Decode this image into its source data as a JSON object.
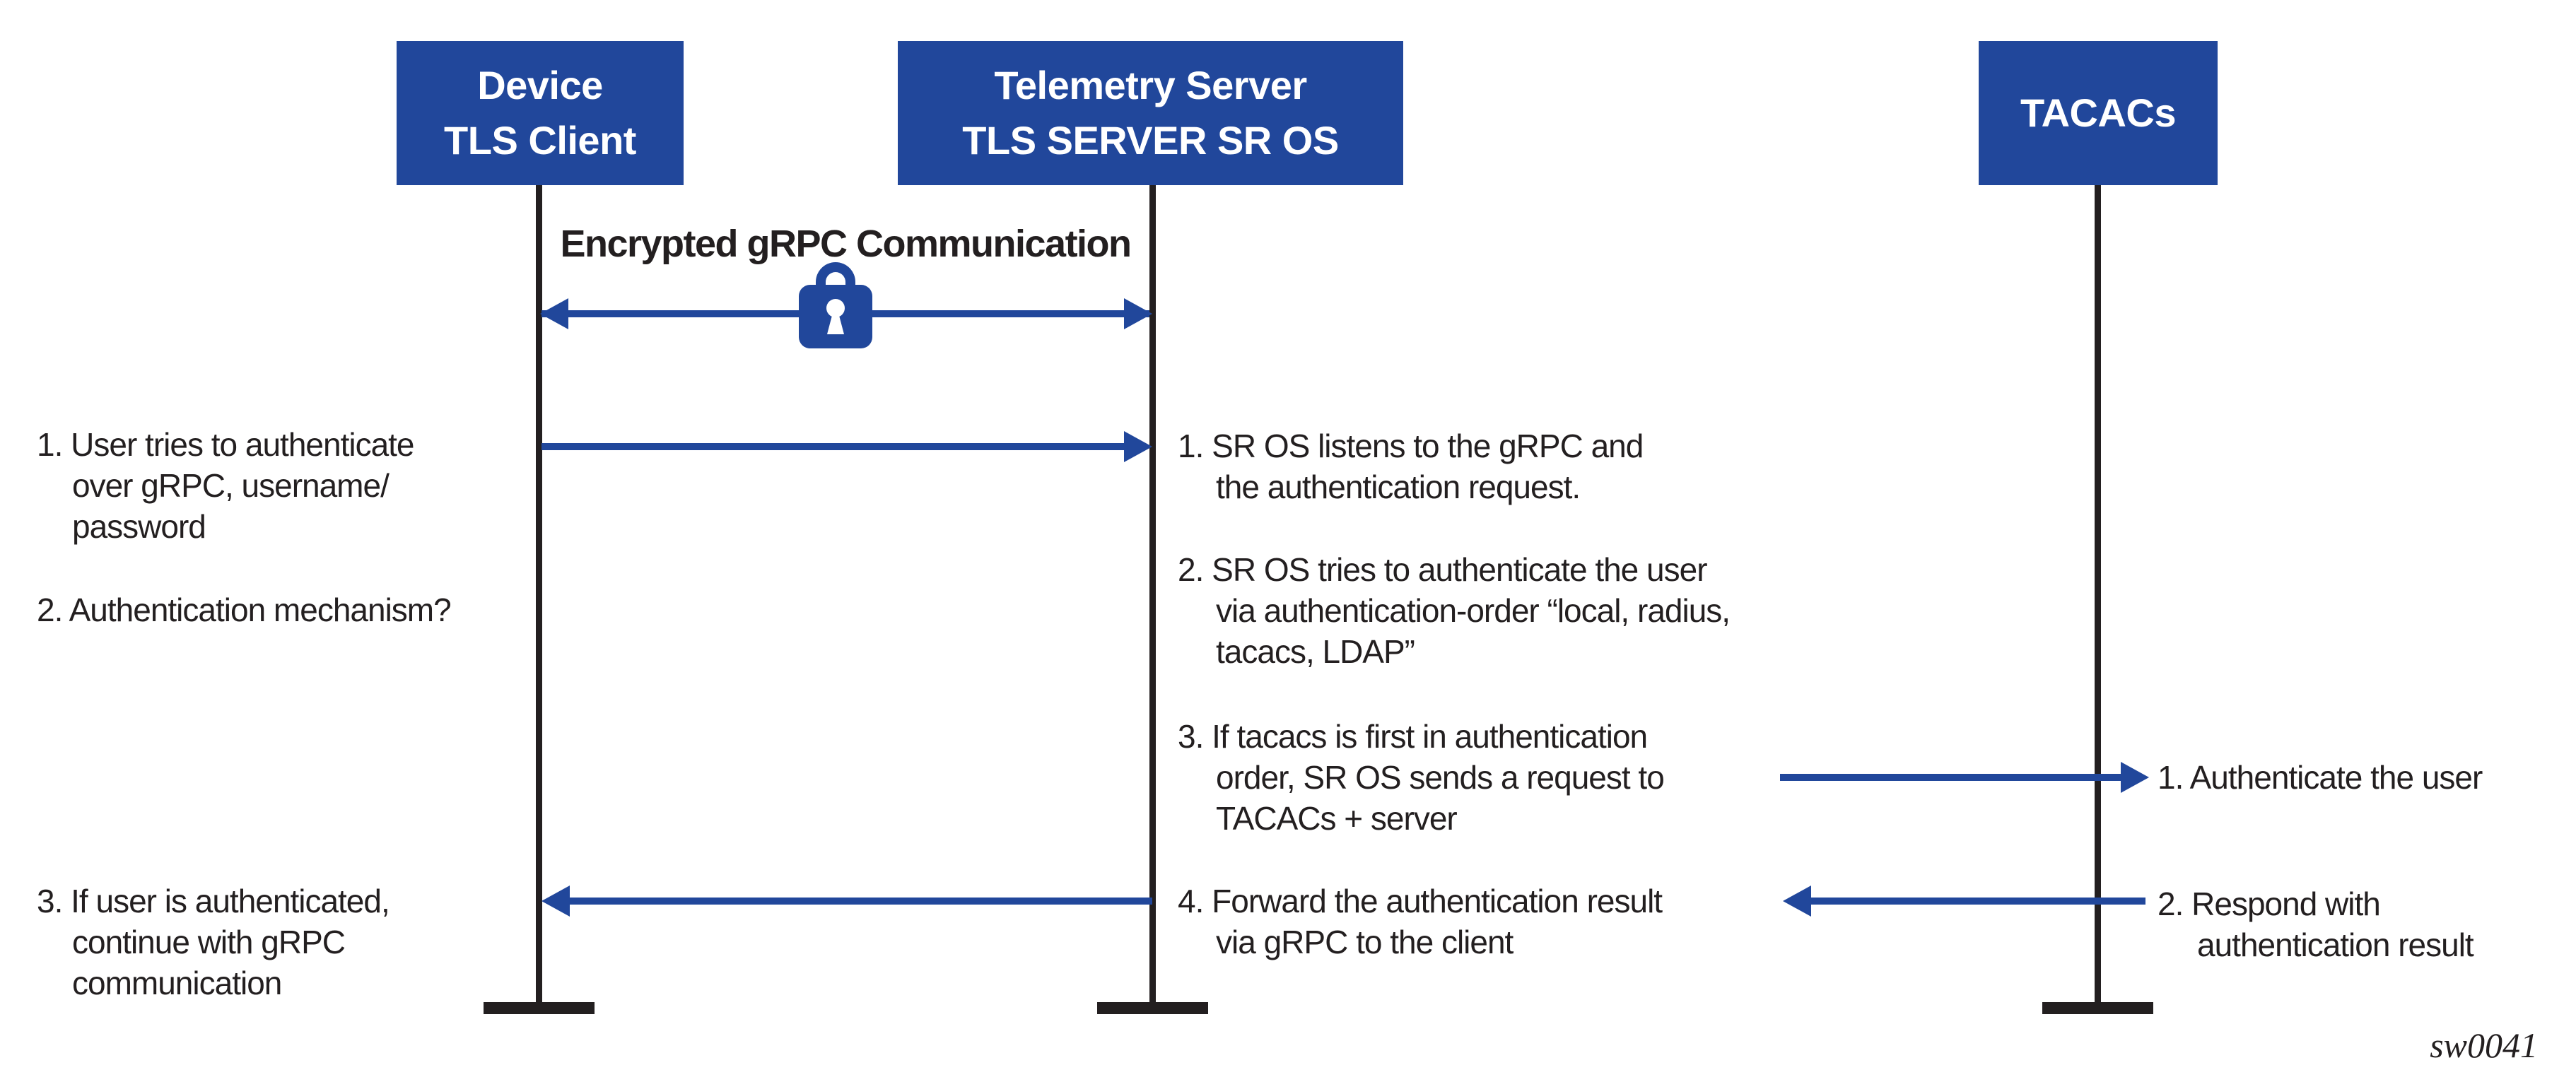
{
  "colors": {
    "accent_blue": "#21479b",
    "ink_black": "#231f20",
    "background": "#ffffff"
  },
  "actors": {
    "device": {
      "label": "Device\nTLS Client"
    },
    "telemetry": {
      "label": "Telemetry Server\nTLS SERVER SR OS"
    },
    "tacacs": {
      "label": "TACACs"
    }
  },
  "encrypted_channel": {
    "label": "Encrypted gRPC Communication",
    "icon": "padlock-icon"
  },
  "notes": {
    "client": {
      "item1": "1. User tries to authenticate\nover gRPC, username/\npassword",
      "item2": "2. Authentication mechanism?",
      "item3": "3. If user is authenticated,\ncontinue with gRPC\ncommunication"
    },
    "server": {
      "item1": "1. SR OS listens to the gRPC and\nthe authentication request.",
      "item2": "2. SR OS tries to authenticate the user\nvia authentication-order “local, radius,\ntacacs, LDAP”",
      "item3": "3. If tacacs is first in authentication\norder, SR OS sends a request to\nTACACs + server",
      "item4": "4. Forward the authentication result\nvia gRPC to the client"
    },
    "tacacs": {
      "item1": "1. Authenticate the user",
      "item2": "2. Respond with\nauthentication result"
    }
  },
  "footer": {
    "figure_id": "sw0041"
  }
}
